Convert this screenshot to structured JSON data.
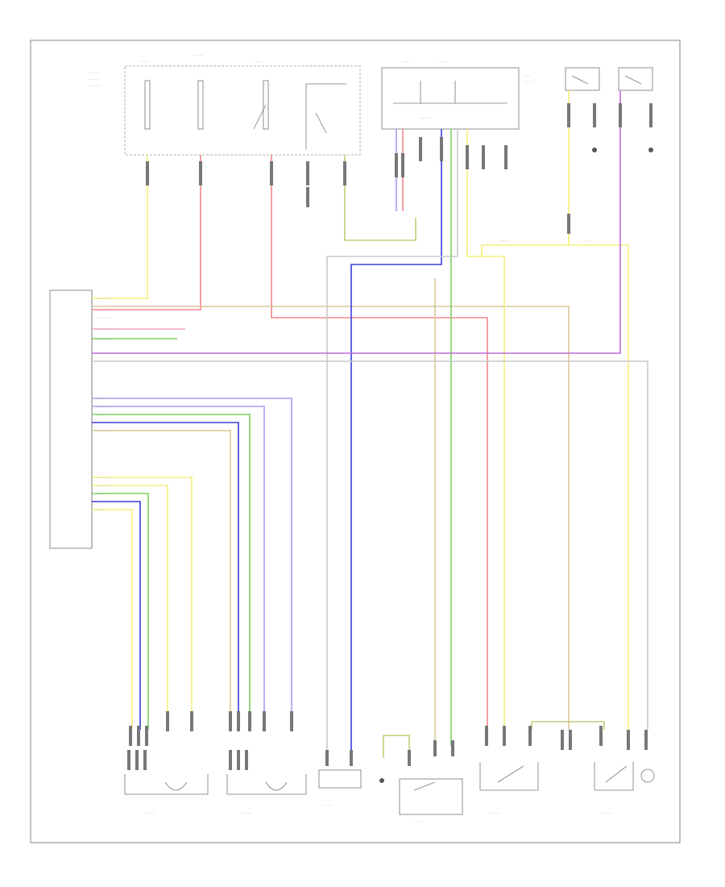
{
  "diagram": {
    "page_code": "",
    "colors": {
      "frame": "#9a9a9a",
      "yellow": "#f3f07a",
      "red": "#f4868e",
      "pink": "#f3a6b8",
      "orange": "#f2b27c",
      "tan": "#d8c79a",
      "blue": "#3b3be0",
      "light_blue": "#9f9ff5",
      "green": "#7fcf5f",
      "violet": "#c06ad8",
      "olive": "#c8c87a",
      "gray": "#c8c8c8"
    },
    "components": [
      "relay-fuse-box",
      "control-unit-box",
      "switch-upper-right-1",
      "switch-upper-right-2",
      "main-module-connector",
      "left-front-actuator",
      "right-front-actuator",
      "center-switch",
      "left-lower-switch",
      "right-lower-switch",
      "motor-sensor"
    ]
  }
}
